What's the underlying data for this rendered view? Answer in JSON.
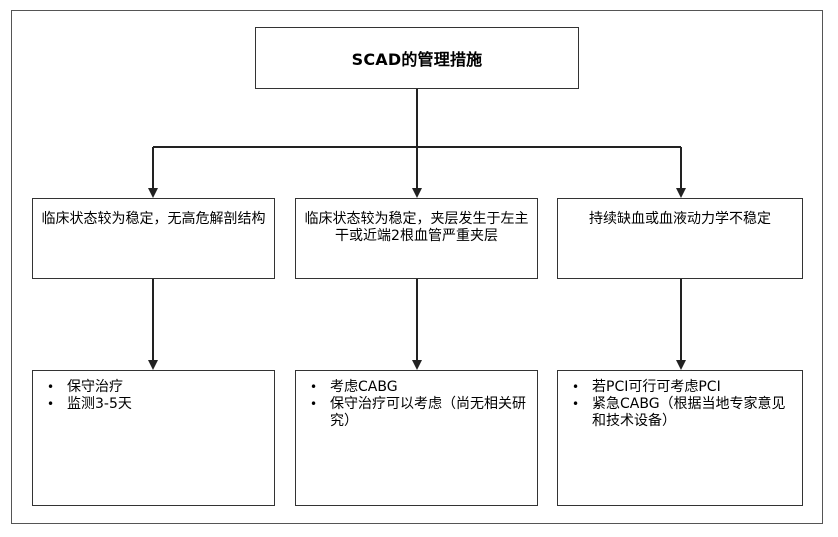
{
  "diagram": {
    "title": "SCAD的管理措施",
    "branches": [
      {
        "condition": "临床状态较为稳定，无高危解剖结构",
        "actions": [
          "保守治疗",
          "监测3-5天"
        ]
      },
      {
        "condition": "临床状态较为稳定，夹层发生于左主干或近端2根血管严重夹层",
        "actions": [
          "考虑CABG",
          "保守治疗可以考虑（尚无相关研究）"
        ]
      },
      {
        "condition": "持续缺血或血液动力学不稳定",
        "actions": [
          "若PCI可行可考虑PCI",
          "紧急CABG（根据当地专家意见和技术设备）"
        ]
      }
    ],
    "bullet_glyph": "•",
    "colors": {
      "line": "#222222",
      "border": "#333333",
      "frame": "#555555"
    }
  }
}
